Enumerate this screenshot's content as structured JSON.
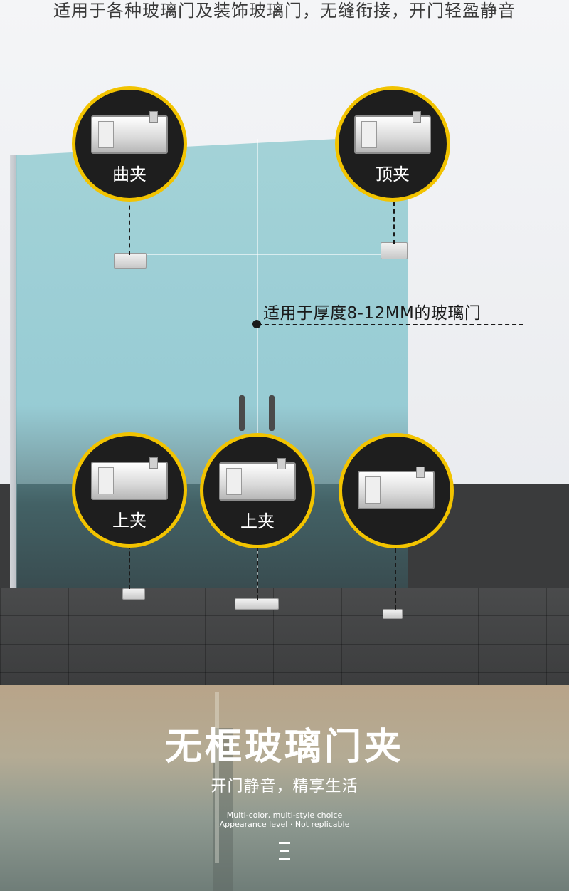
{
  "top_caption": "适用于各种玻璃门及装饰玻璃门，无缝衔接，开门轻盈静音",
  "thickness_note": "适用于厚度8-12MM的玻璃门",
  "callouts": [
    {
      "label": "曲夹"
    },
    {
      "label": "顶夹"
    },
    {
      "label": "上夹"
    },
    {
      "label": "上夹"
    },
    {
      "label": ""
    }
  ],
  "banner": {
    "title": "无框玻璃门夹",
    "subtitle": "开门静音，精享生活",
    "english_line1": "Multi-color, multi-style choice",
    "english_line2": "Appearance level · Not replicable",
    "icon": "menu-icon"
  },
  "colors": {
    "accent_ring": "#f2c300",
    "callout_bg": "#1e1e1e",
    "leader": "#1a1a1a"
  }
}
